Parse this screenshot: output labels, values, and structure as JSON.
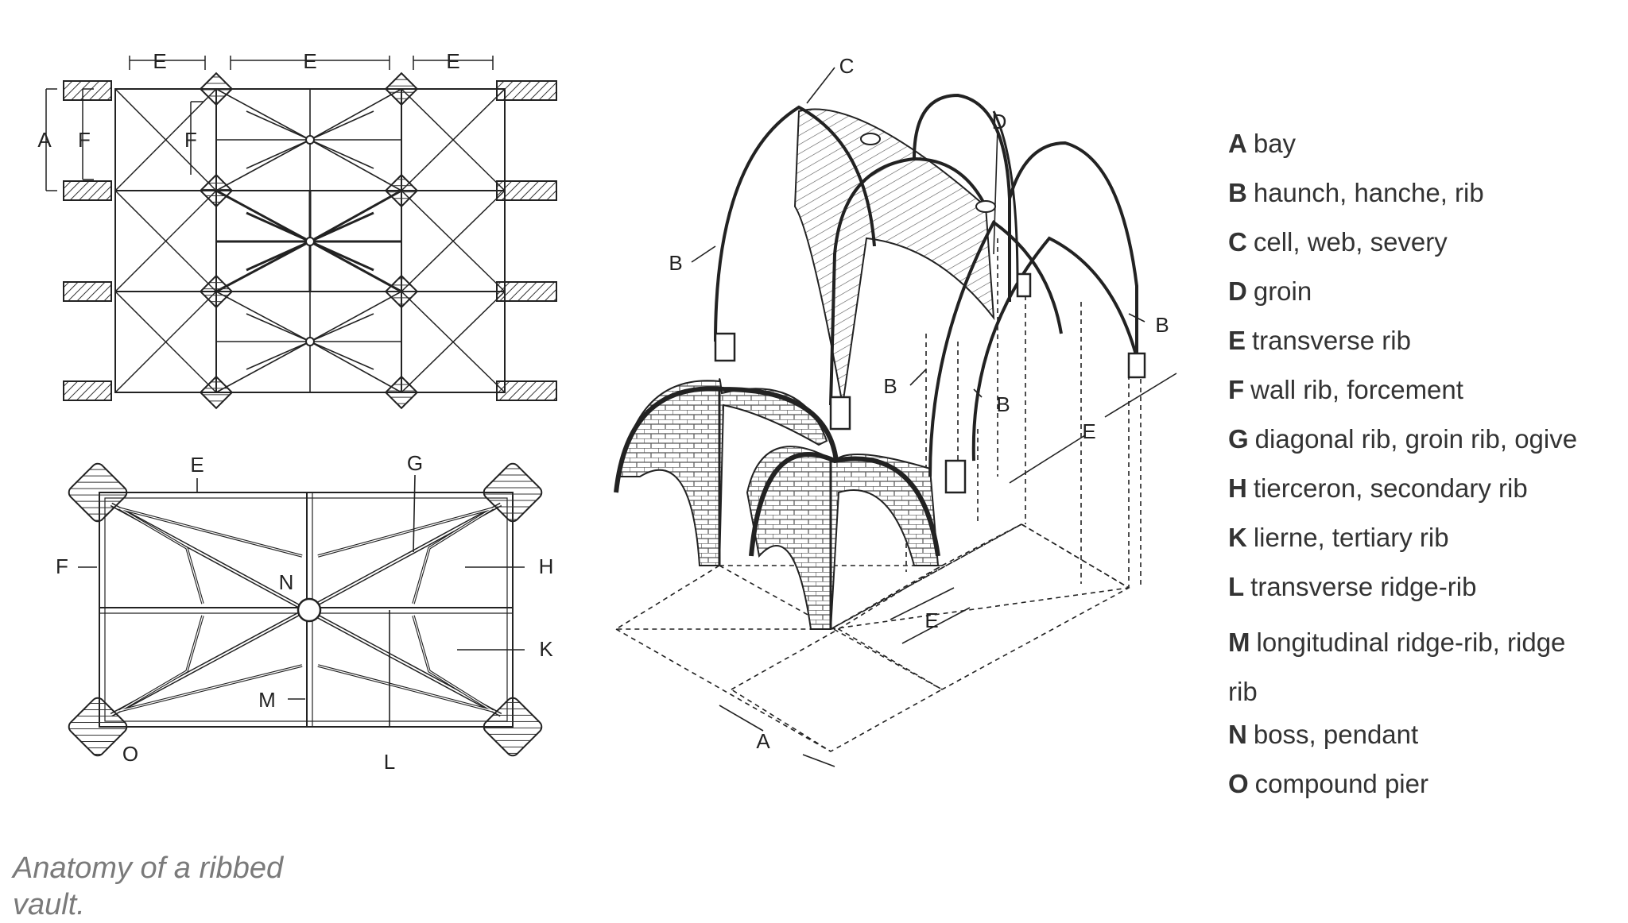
{
  "legend": {
    "items": [
      {
        "letter": "A",
        "text": "bay"
      },
      {
        "letter": "B",
        "text": "haunch, hanche, rib"
      },
      {
        "letter": "C",
        "text": "cell, web, severy"
      },
      {
        "letter": "D",
        "text": "groin"
      },
      {
        "letter": "E",
        "text": "transverse rib"
      },
      {
        "letter": "F",
        "text": "wall rib, forcement"
      },
      {
        "letter": "G",
        "text": "diagonal rib, groin rib, ogive"
      },
      {
        "letter": "H",
        "text": "tierceron, secondary rib"
      },
      {
        "letter": "K",
        "text": "lierne, tertiary rib"
      },
      {
        "letter": "L",
        "text": "transverse ridge-rib"
      },
      {
        "letter": "M",
        "text": "longitudinal ridge-rib, ridge rib"
      },
      {
        "letter": "N",
        "text": "boss, pendant"
      },
      {
        "letter": "O",
        "text": "compound pier"
      }
    ]
  },
  "caption": "Anatomy of a ribbed vault.",
  "plan_labels": {
    "A": "A",
    "B": "B",
    "C": "C",
    "D": "D",
    "E": "E",
    "F": "F",
    "G": "G",
    "H": "H",
    "K": "K",
    "L": "L",
    "M": "M",
    "N": "N",
    "O": "O"
  }
}
